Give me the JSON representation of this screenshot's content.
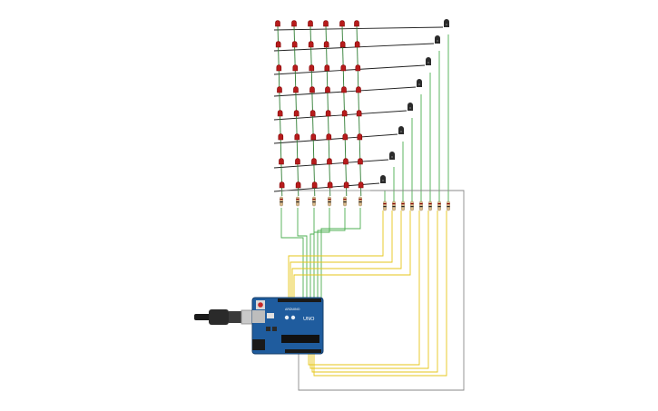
{
  "circuit": {
    "led_grid": {
      "rows": 8,
      "columns": 6,
      "led_color": "#b71c1c",
      "led_dark": "#7f0000"
    },
    "transistors": {
      "count": 8,
      "color": "#2b2b2b"
    },
    "resistors": {
      "column_count": 6,
      "row_count": 8
    },
    "wire_colors": {
      "anode": "#2e7d32",
      "cathode": "#212121",
      "signal": "#e6c619",
      "ground": "#8a8a8a",
      "green": "#4caf50"
    },
    "board": {
      "name_label": "UNO",
      "brand_label": "ARDUINO",
      "color": "#1f5c9e",
      "header_color": "#1a1a1a"
    }
  }
}
